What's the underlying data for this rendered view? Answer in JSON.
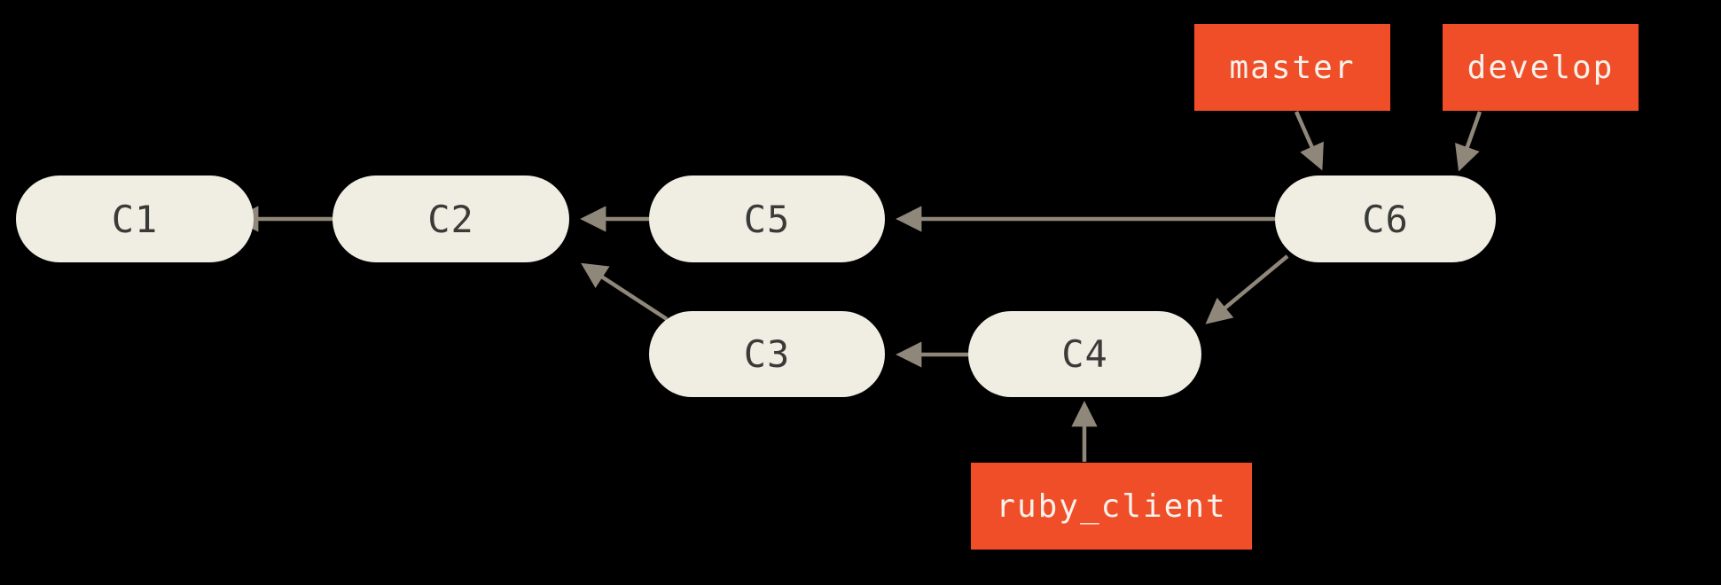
{
  "diagram": {
    "type": "git-commit-graph",
    "background_color": "#000000",
    "commit_fill_color": "#F0EEE3",
    "commit_text_color": "#3A3A38",
    "branch_fill_color": "#F04E28",
    "branch_text_color": "#F7F3EC",
    "arrow_color": "#8F8779",
    "commits": {
      "c1": {
        "label": "C1"
      },
      "c2": {
        "label": "C2"
      },
      "c3": {
        "label": "C3"
      },
      "c4": {
        "label": "C4"
      },
      "c5": {
        "label": "C5"
      },
      "c6": {
        "label": "C6"
      }
    },
    "branches": {
      "master": {
        "label": "master"
      },
      "develop": {
        "label": "develop"
      },
      "ruby_client": {
        "label": "ruby_client"
      }
    },
    "edges": [
      {
        "from": "C2",
        "to": "C1"
      },
      {
        "from": "C5",
        "to": "C2"
      },
      {
        "from": "C6",
        "to": "C5"
      },
      {
        "from": "C3",
        "to": "C2"
      },
      {
        "from": "C4",
        "to": "C3"
      },
      {
        "from": "C6",
        "to": "C4"
      },
      {
        "from": "master",
        "to": "C6"
      },
      {
        "from": "develop",
        "to": "C6"
      },
      {
        "from": "ruby_client",
        "to": "C4"
      }
    ]
  }
}
